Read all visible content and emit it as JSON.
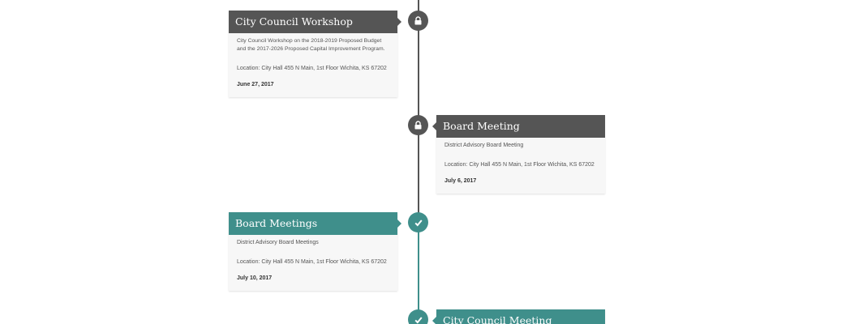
{
  "colors": {
    "upcoming": "#555555",
    "completed": "#3f8f8b"
  },
  "events": [
    {
      "title": "City Council Workshop",
      "description": "City Council Workshop on the 2018-2019 Proposed Budget and the 2017-2026 Proposed Capital Improvement Program.",
      "location": "Location: City Hall 455 N Main, 1st Floor Wichita, KS 67202",
      "date": "June 27, 2017",
      "icon": "lock-icon"
    },
    {
      "title": "Board Meeting",
      "description": "District Advisory Board Meeting",
      "location": "Location: City Hall 455 N Main, 1st Floor Wichita, KS 67202",
      "date": "July 6, 2017",
      "icon": "lock-icon"
    },
    {
      "title": "Board Meetings",
      "description": "District Advisory Board Meetings",
      "location": "Location: City Hall 455 N Main, 1st Floor Wichita, KS 67202",
      "date": "July 10, 2017",
      "icon": "check-icon"
    },
    {
      "title": "City Council Meeting",
      "icon": "check-icon"
    }
  ]
}
